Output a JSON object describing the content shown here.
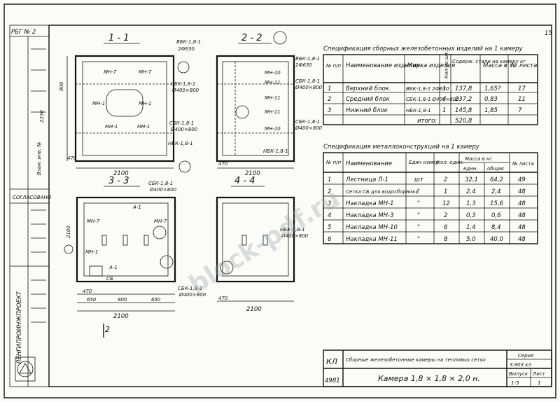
{
  "sheet": {
    "left_stamp": "РБГ № 2",
    "sheet_number_top": "15",
    "institute": "ЛЕНГИПРОИНЖПРОЕКТ",
    "agreed_label": "СОГЛАСОВАНО",
    "vertical_note": "Взам. инв. №"
  },
  "sections": {
    "s1_title": "1 - 1",
    "s2_title": "2 - 2",
    "s3_title": "3 - 3",
    "s4_title": "4 - 4",
    "dim_2100": "2100",
    "dim_470": "470",
    "dim_650": "650",
    "dim_800": "800",
    "dim_2230": "2230",
    "mark_mn7": "МН-7",
    "mark_mn10": "МН-10",
    "mark_mn11": "МН-11",
    "mark_mn1": "МН-1",
    "mark_a1": "А-1",
    "mark_sb": "СБ",
    "block_vbk": "ВБК-1,8-1",
    "block_vbk_sub": "2Ф630",
    "block_sbk": "СБК-1,8-1",
    "block_sbk_sub": "Ø400×800",
    "block_nbk": "НБК-1,8-1",
    "block_nbk_sub": "Ø400×800",
    "section_mark_2": "2"
  },
  "spec1": {
    "title": "Спецификация сборных железобетонных изделий на 1 камеру",
    "headers": [
      "№ п/п",
      "Наименование изделия.",
      "Марка изделия",
      "Кол-во шт.",
      "Содерж. стали на камеру кг",
      "Масса в т.",
      "№ листа"
    ],
    "rows": [
      [
        "1",
        "Верхний блок",
        "ВБК-1,8-1 2Ф630",
        "1",
        "137,8",
        "1,65?",
        "17"
      ],
      [
        "2",
        "Средний блок",
        "СБК-1,8-1 Ø400×800",
        "4",
        "237,2",
        "0,83",
        "11"
      ],
      [
        "3",
        "Нижний блок",
        "НБК-1,8-1",
        "1",
        "145,8",
        "1,85",
        "7"
      ]
    ],
    "total_label": "итого:",
    "total_value": "520,8"
  },
  "spec2": {
    "title": "Спецификация металлоконструкций на 1 камеру",
    "headers": [
      "№ п/п",
      "Наименование",
      "Един измер",
      "Кол. един.",
      "Масса в кг.",
      "един.",
      "общая",
      "№ листа"
    ],
    "rows": [
      [
        "1",
        "Лестница Л-1",
        "шт",
        "2",
        "32,1",
        "64,2",
        "49"
      ],
      [
        "2",
        "Сетка СБ для водосборника",
        "\"",
        "1",
        "2,4",
        "2,4",
        "48"
      ],
      [
        "3",
        "Накладка МН-1",
        "\"",
        "12",
        "1,3",
        "15,6",
        "48"
      ],
      [
        "4",
        "Накладка МН-3",
        "\"",
        "2",
        "0,3",
        "0,6",
        "48"
      ],
      [
        "5",
        "Накладка МН-10",
        "\"",
        "6",
        "1,4",
        "8,4",
        "48"
      ],
      [
        "6",
        "Накладка МН-11",
        "\"",
        "8",
        "5,0",
        "40,0",
        "48"
      ]
    ]
  },
  "title_block": {
    "code": "КЛ",
    "number": "4981",
    "description": "Сборные железобетонные камеры на тепловых сетях",
    "series_label": "Серия",
    "series_value": "3.903 кл",
    "chamber": "Камера 1,8 × 1,8 × 2,0 н.",
    "issue_label": "Выпуск",
    "issue_value": "1-5",
    "sheet_label": "Лист",
    "sheet_value": "1"
  },
  "watermark": "block-pdf.ru"
}
